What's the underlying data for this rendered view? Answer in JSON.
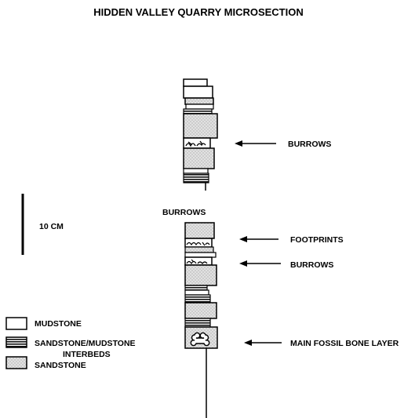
{
  "title": "HIDDEN VALLEY QUARRY MICROSECTION",
  "scale_label": "10 CM",
  "annotations": {
    "burrows_upper": "BURROWS",
    "burrows_middle": "BURROWS",
    "footprints": "FOOTPRINTS",
    "burrows_lower": "BURROWS",
    "main_fossil_bone_layer": "MAIN FOSSIL BONE LAYER"
  },
  "legend": {
    "mudstone": "MUDSTONE",
    "interbeds_line1": "SANDSTONE/MUDSTONE",
    "interbeds_line2": "INTERBEDS",
    "sandstone": "SANDSTONE"
  },
  "colors": {
    "ink": "#000000",
    "sand_fill": "#d2d2d2",
    "paper": "#ffffff"
  }
}
